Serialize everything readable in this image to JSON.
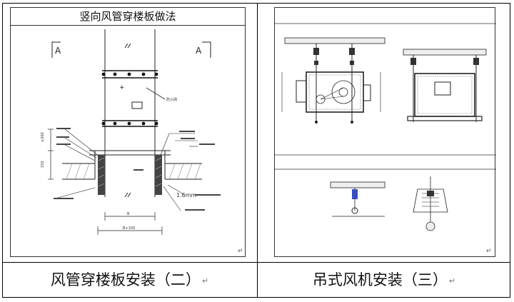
{
  "left_panel": {
    "title": "竖向风管穿楼板做法",
    "section_mark": "A",
    "labels": [
      "≤300",
      "150",
      "防火阀",
      "B",
      "B+100"
    ]
  },
  "captions": {
    "left": "风管穿楼板安装（二）",
    "right": "吊式风机安装（三）",
    "paragraph_mark": "↵"
  }
}
